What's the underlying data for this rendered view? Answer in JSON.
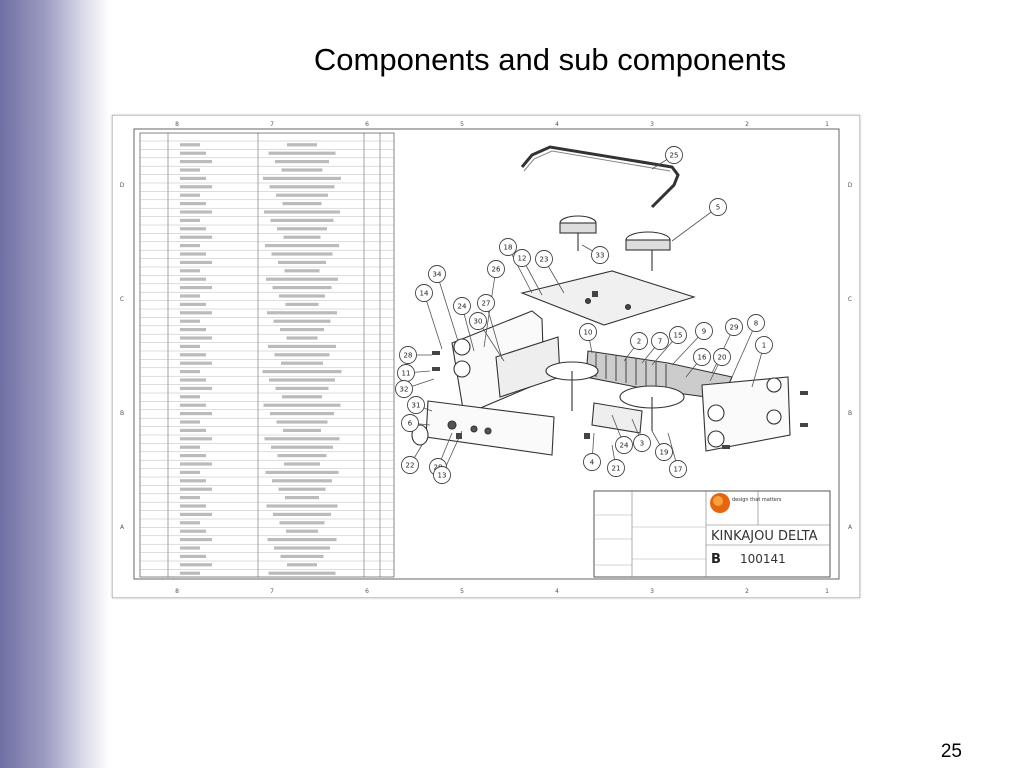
{
  "slide": {
    "title": "Components and sub components",
    "page_number": "25"
  },
  "drawing": {
    "border_columns": [
      "8",
      "7",
      "6",
      "5",
      "4",
      "3",
      "2",
      "1"
    ],
    "border_rows": [
      "D",
      "C",
      "B",
      "A"
    ],
    "balloons": [
      "25",
      "5",
      "33",
      "18",
      "12",
      "23",
      "34",
      "26",
      "14",
      "24",
      "27",
      "30",
      "10",
      "2",
      "7",
      "15",
      "9",
      "29",
      "8",
      "1",
      "28",
      "11",
      "32",
      "31",
      "6",
      "16",
      "20",
      "24",
      "3",
      "19",
      "4",
      "21",
      "17",
      "22",
      "28",
      "13"
    ],
    "title_block": {
      "title": "KINKAJOU DELTA",
      "size": "B",
      "drawing_number": "100141",
      "logo_text": "design that matters"
    }
  }
}
